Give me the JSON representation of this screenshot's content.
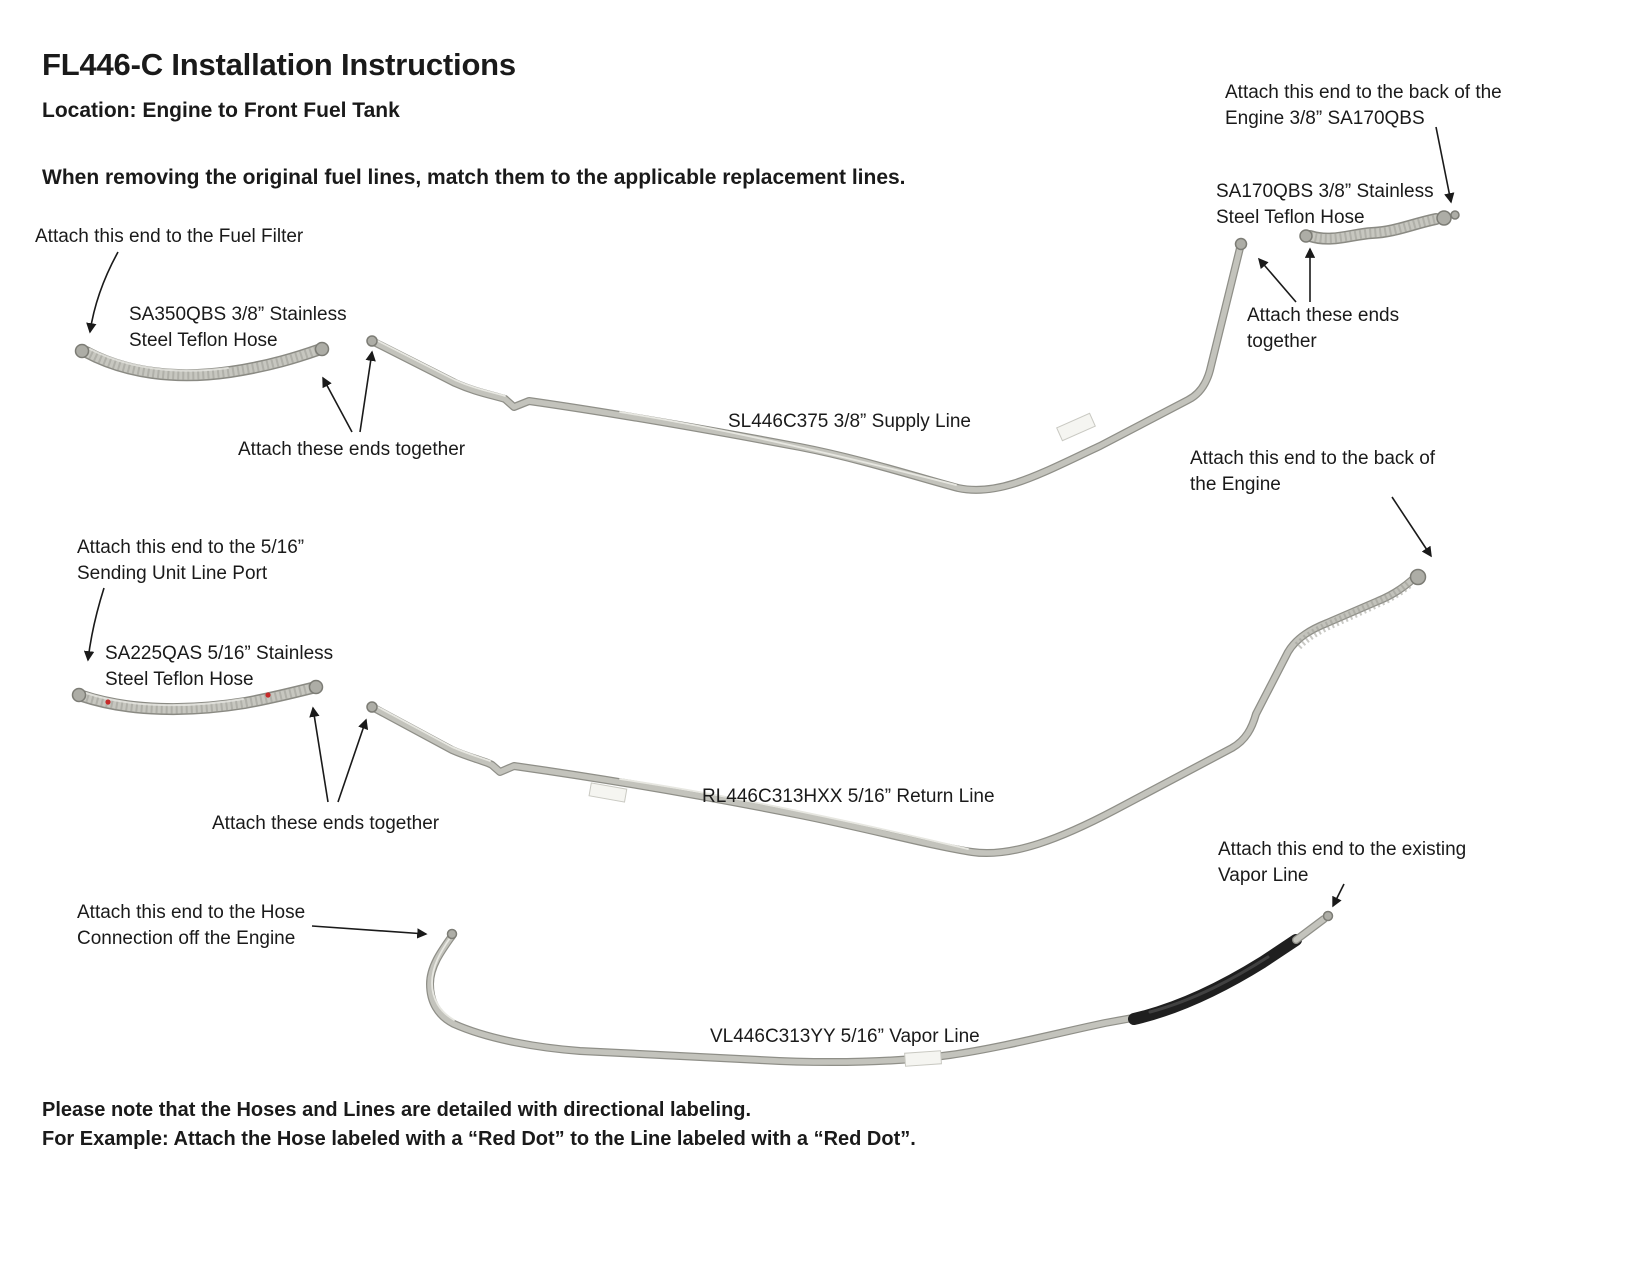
{
  "page": {
    "title": "FL446-C Installation Instructions",
    "location": "Location: Engine to Front Fuel Tank",
    "intro": "When removing the original fuel lines, match them to the applicable replacement lines.",
    "footer_line1": "Please note that the Hoses and Lines are detailed with directional labeling.",
    "footer_line2": "For Example: Attach the Hose labeled with a “Red Dot” to the Line labeled with a “Red Dot”."
  },
  "annotations": {
    "fuel_filter": "Attach this end to the Fuel Filter",
    "sa350qbs": "SA350QBS 3/8” Stainless Steel Teflon Hose",
    "attach_ends_1": "Attach these ends together",
    "supply_line": "SL446C375 3/8” Supply Line",
    "engine_back_sa170qbs": "Attach this end to the back of the Engine 3/8” SA170QBS",
    "sa170qbs": "SA170QBS 3/8” Stainless Steel Teflon Hose",
    "attach_ends_2": "Attach these ends together",
    "engine_back": "Attach this end to the back of the Engine",
    "sending_unit": "Attach this end to the 5/16” Sending Unit Line Port",
    "sa225qas": "SA225QAS 5/16” Stainless Steel Teflon Hose",
    "attach_ends_3": "Attach these ends together",
    "return_line": "RL446C313HXX 5/16” Return Line",
    "vapor_existing": "Attach this end to the existing Vapor Line",
    "hose_connection": "Attach this end to the Hose Connection off the Engine",
    "vapor_line": "VL446C313YY 5/16” Vapor Line"
  },
  "colors": {
    "text": "#1a1a1a",
    "tube_metal": "#c3c3bc",
    "black_hose": "#1f1f1f",
    "red_dot": "#c62a2a"
  }
}
